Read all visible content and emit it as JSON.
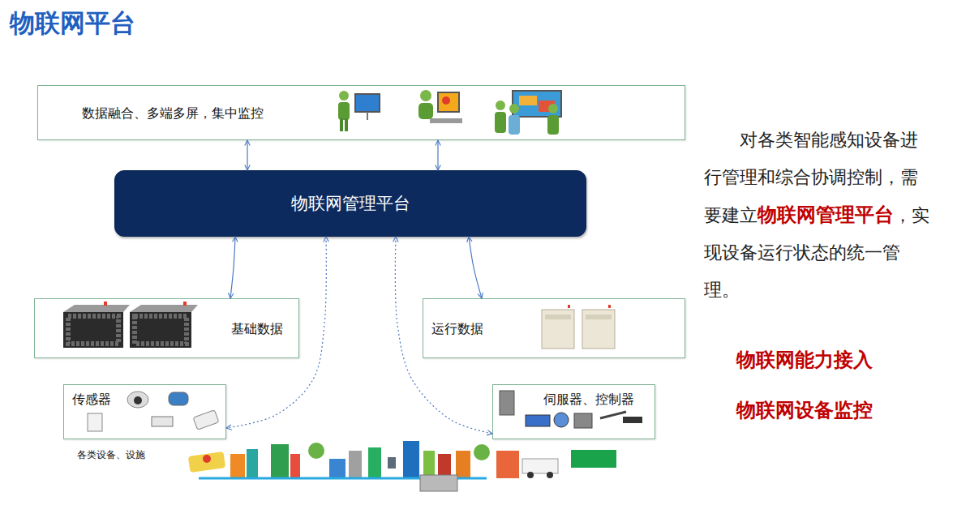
{
  "diagram": {
    "title": "物联网平台",
    "nodes": [
      {
        "text": [
          "数据融合、多端多屏，集中监控"
        ]
      },
      {
        "text": [
          "物联网管理平台"
        ]
      },
      {
        "text": [
          "基础数据"
        ]
      },
      {
        "text": [
          "运行数据"
        ]
      },
      {
        "text": [
          "传感器"
        ]
      },
      {
        "text": [
          "伺服器、控制器"
        ]
      }
    ],
    "edges": [
      {
        "from": 0,
        "to": 1,
        "arrow": "both"
      },
      {
        "from": 0,
        "to": 1,
        "arrow": "both"
      },
      {
        "from": 1,
        "to": 2,
        "arrow": "both"
      },
      {
        "from": 1,
        "to": 3,
        "arrow": "both"
      },
      {
        "from": 1,
        "to": 4,
        "arrow": "both"
      },
      {
        "from": 1,
        "to": 5,
        "arrow": "both"
      }
    ],
    "labels": [
      "各类设备、设施",
      "对各类智能感知设备进行管理和综合协调控制，需要建立",
      "物联网管理平台",
      "，实现设备运行状态的统一管理。",
      "物联网能力接入",
      "物联网设备监控"
    ]
  }
}
